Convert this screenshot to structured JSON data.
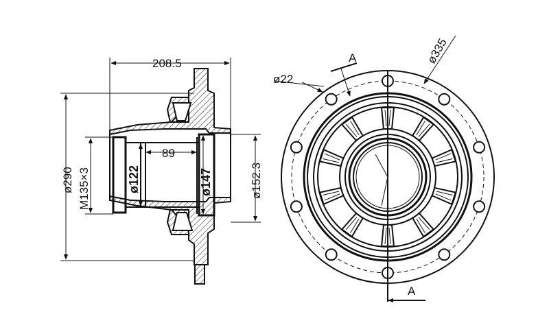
{
  "drawing": {
    "side_view": {
      "overall_length": "208.5",
      "inner_length": "89",
      "bore_small": "ø122",
      "bore_large": "ø147",
      "outer_diameter": "ø290",
      "thread": "M135×3",
      "seal_diameter": "ø152.3"
    },
    "front_view": {
      "bolt_circle": "ø335",
      "hole_diameter": "ø22",
      "section_label_top": "A",
      "section_label_bottom": "A"
    }
  }
}
